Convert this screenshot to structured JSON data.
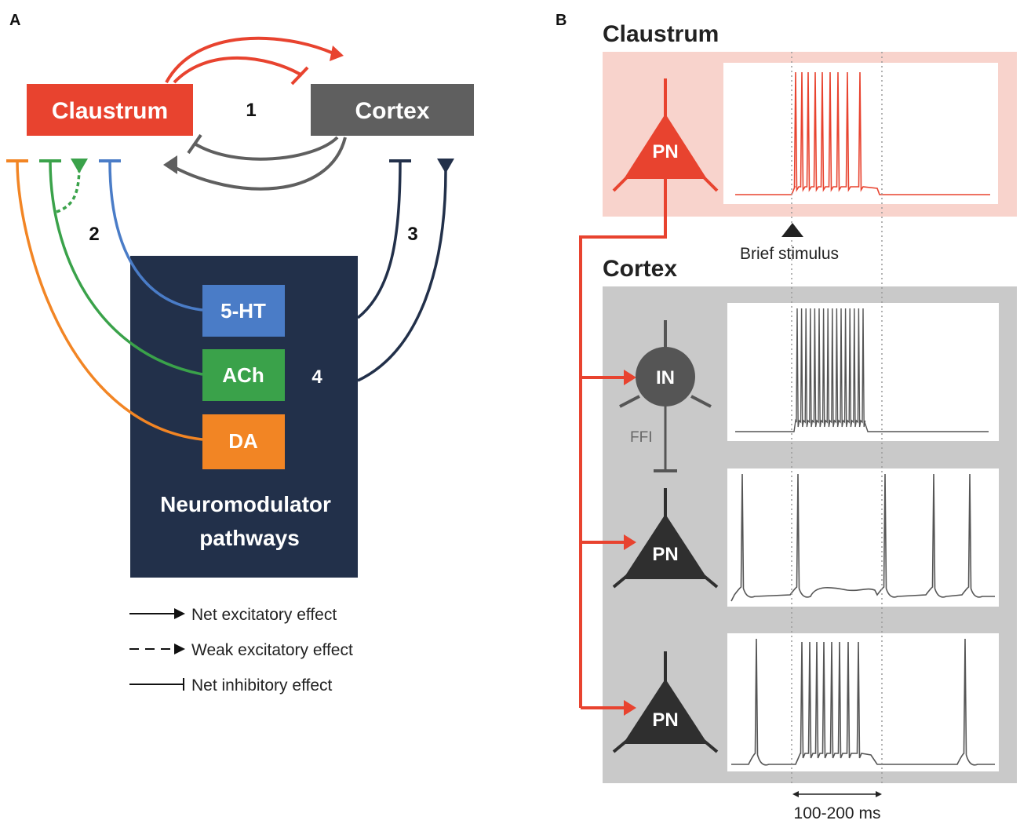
{
  "panel_a": {
    "label": "A",
    "claustrum_box": "Claustrum",
    "cortex_box": "Cortex",
    "num_1": "1",
    "num_2": "2",
    "num_3": "3",
    "num_4": "4",
    "box_5ht": "5-HT",
    "box_ach": "ACh",
    "box_da": "DA",
    "neuromod_line1": "Neuromodulator",
    "neuromod_line2": "pathways",
    "legend": {
      "excitatory": "Net excitatory effect",
      "weak": "Weak excitatory effect",
      "inhibitory": "Net inhibitory effect"
    }
  },
  "panel_b": {
    "label": "B",
    "claustrum_title": "Claustrum",
    "cortex_title": "Cortex",
    "claustrum_pn": "PN",
    "cortex_in": "IN",
    "cortex_pn1": "PN",
    "cortex_pn2": "PN",
    "ffi": "FFI",
    "stimulus": "Brief stimulus",
    "duration": "100-200 ms"
  },
  "colors": {
    "claustrum_red": "#e8432f",
    "cortex_gray": "#5f5f5f",
    "navy": "#22304a",
    "serotonin_blue": "#4a7cc7",
    "ach_green": "#3aa24a",
    "da_orange": "#f28524",
    "claustrum_bg": "#f8d3cc",
    "cortex_bg": "#c9c9c9"
  }
}
